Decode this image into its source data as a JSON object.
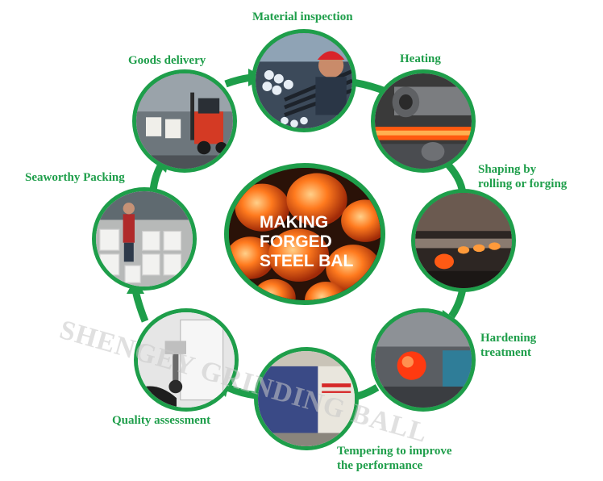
{
  "center_title": [
    "MAKING",
    "FORGED",
    "STEEL BAL"
  ],
  "watermark": "SHENGEY GRINDING BALL",
  "steps": [
    {
      "id": "material-inspection",
      "label": [
        "Material inspection"
      ]
    },
    {
      "id": "heating",
      "label": [
        "Heating"
      ]
    },
    {
      "id": "shaping",
      "label": [
        "Shaping by",
        "rolling or forging"
      ]
    },
    {
      "id": "hardening",
      "label": [
        "Hardening",
        "treatment"
      ]
    },
    {
      "id": "tempering",
      "label": [
        "Tempering to improve",
        "the performance"
      ]
    },
    {
      "id": "quality",
      "label": [
        "Quality assessment"
      ]
    },
    {
      "id": "packing",
      "label": [
        "Seaworthy Packing"
      ]
    },
    {
      "id": "delivery",
      "label": [
        "Goods delivery"
      ]
    }
  ],
  "colors": {
    "accent": "#1e9e4a",
    "glow": "#ff6a1a"
  }
}
